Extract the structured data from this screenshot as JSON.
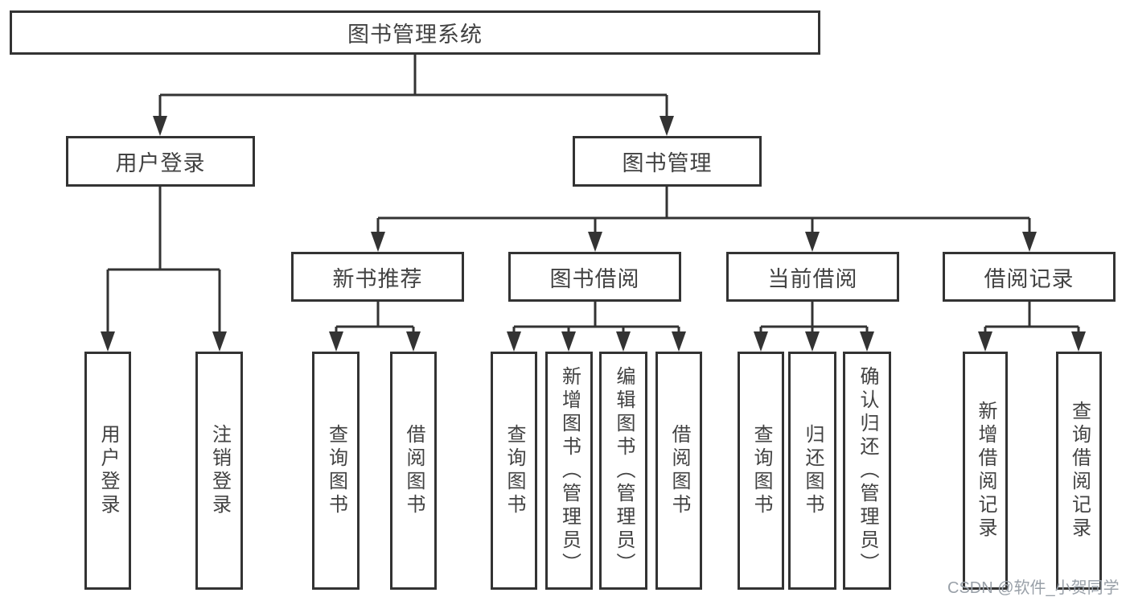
{
  "watermark": "CSDN @软件_小贺同学",
  "colors": {
    "line": "#333333",
    "box_border": "#333333",
    "text": "#424242",
    "watermark": "#99a0a8",
    "background": "#ffffff"
  },
  "tree": {
    "root": "图书管理系统",
    "branches": [
      {
        "label": "用户登录",
        "children": [
          "用户登录",
          "注销登录"
        ]
      },
      {
        "label": "图书管理",
        "sections": [
          {
            "label": "新书推荐",
            "children": [
              "查询图书",
              "借阅图书"
            ]
          },
          {
            "label": "图书借阅",
            "children": [
              "查询图书",
              "新增图书（管理员）",
              "编辑图书（管理员）",
              "借阅图书"
            ]
          },
          {
            "label": "当前借阅",
            "children": [
              "查询图书",
              "归还图书",
              "确认归还（管理员）"
            ]
          },
          {
            "label": "借阅记录",
            "children": [
              "新增借阅记录",
              "查询借阅记录"
            ]
          }
        ]
      }
    ]
  }
}
